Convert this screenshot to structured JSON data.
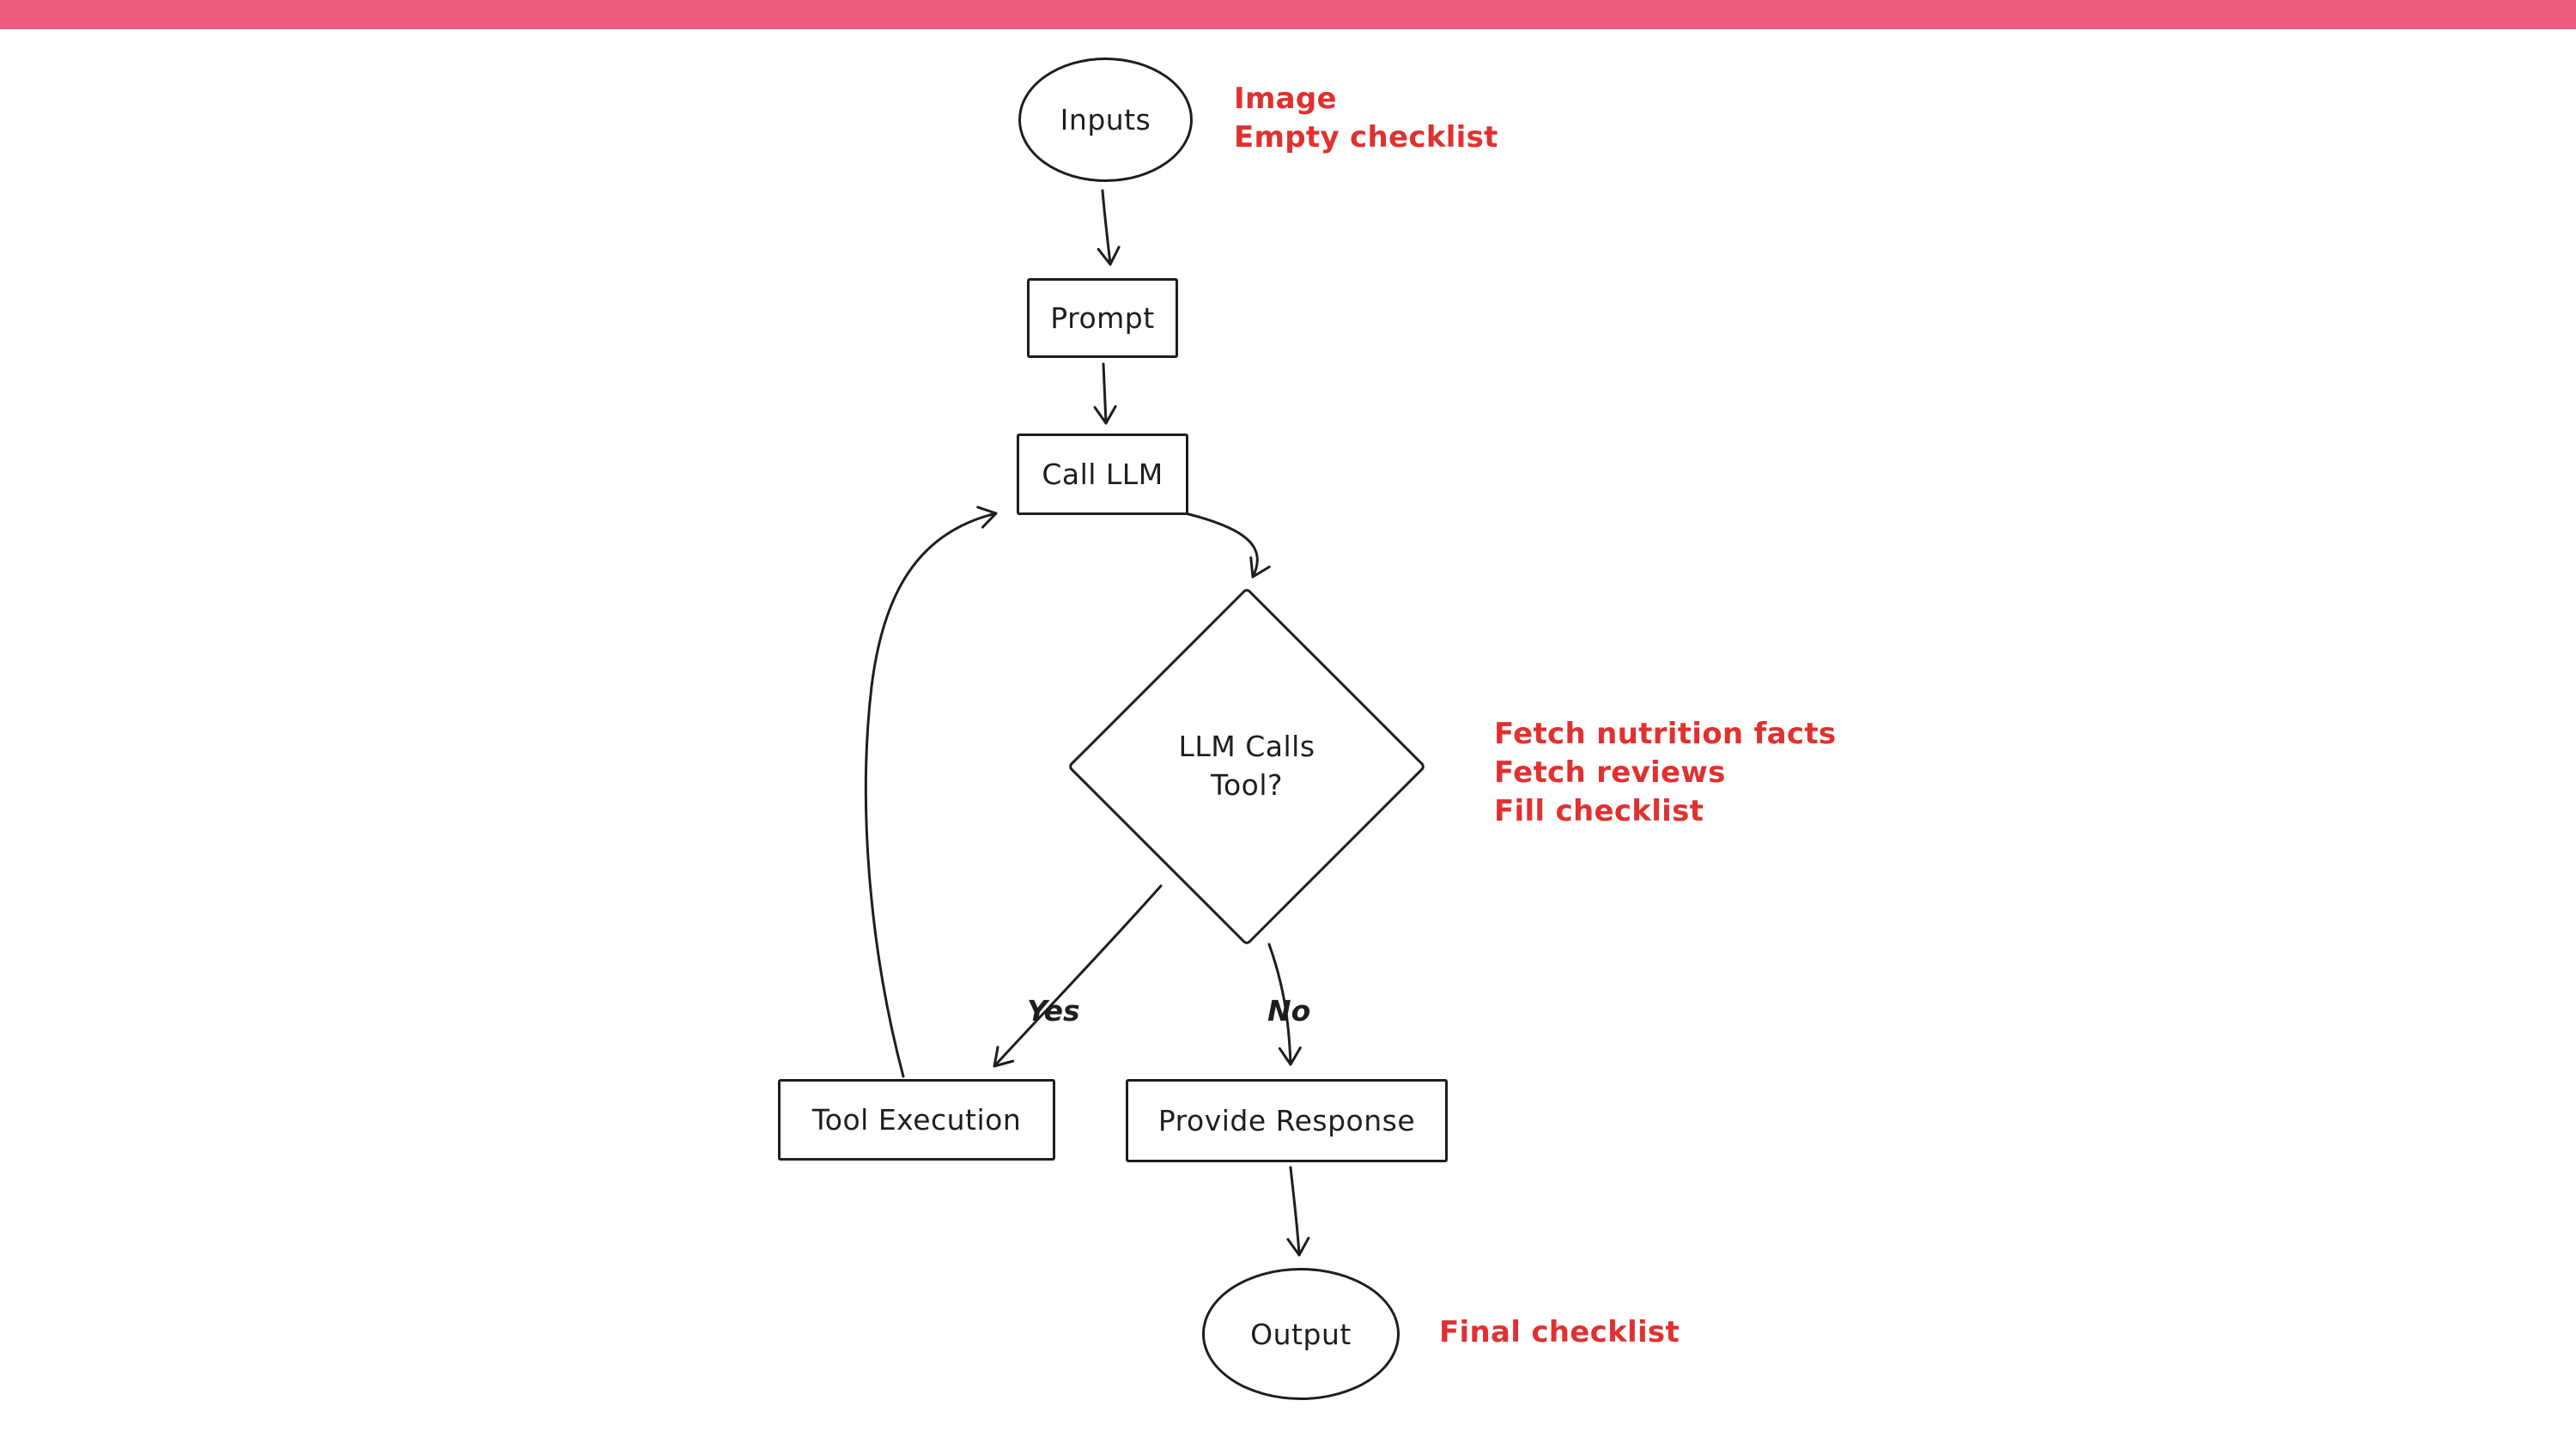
{
  "page": {
    "top_bar_color": "#ee5b80",
    "background_color": "#ffffff",
    "stroke_color": "#1e1e1e",
    "annotation_color": "#e03131"
  },
  "diagram": {
    "type": "flowchart",
    "nodes": {
      "inputs": {
        "label": "Inputs",
        "shape": "ellipse"
      },
      "prompt": {
        "label": "Prompt",
        "shape": "rectangle"
      },
      "call_llm": {
        "label": "Call LLM",
        "shape": "rectangle"
      },
      "decision": {
        "label": "LLM Calls\nTool?",
        "shape": "diamond"
      },
      "tool_execution": {
        "label": "Tool Execution",
        "shape": "rectangle"
      },
      "provide_response": {
        "label": "Provide Response",
        "shape": "rectangle"
      },
      "output": {
        "label": "Output",
        "shape": "ellipse"
      }
    },
    "edges": {
      "inputs_to_prompt": {
        "from": "inputs",
        "to": "prompt",
        "label": ""
      },
      "prompt_to_call_llm": {
        "from": "prompt",
        "to": "call_llm",
        "label": ""
      },
      "call_llm_to_decision": {
        "from": "call_llm",
        "to": "decision",
        "label": ""
      },
      "decision_to_tool_execution": {
        "from": "decision",
        "to": "tool_execution",
        "label": "Yes"
      },
      "decision_to_provide_response": {
        "from": "decision",
        "to": "provide_response",
        "label": "No"
      },
      "tool_execution_to_call_llm": {
        "from": "tool_execution",
        "to": "call_llm",
        "label": ""
      },
      "provide_response_to_output": {
        "from": "provide_response",
        "to": "output",
        "label": ""
      }
    },
    "annotations": {
      "inputs_note": "Image\nEmpty checklist",
      "decision_note": "Fetch nutrition facts\nFetch reviews\nFill checklist",
      "output_note": "Final checklist"
    }
  }
}
